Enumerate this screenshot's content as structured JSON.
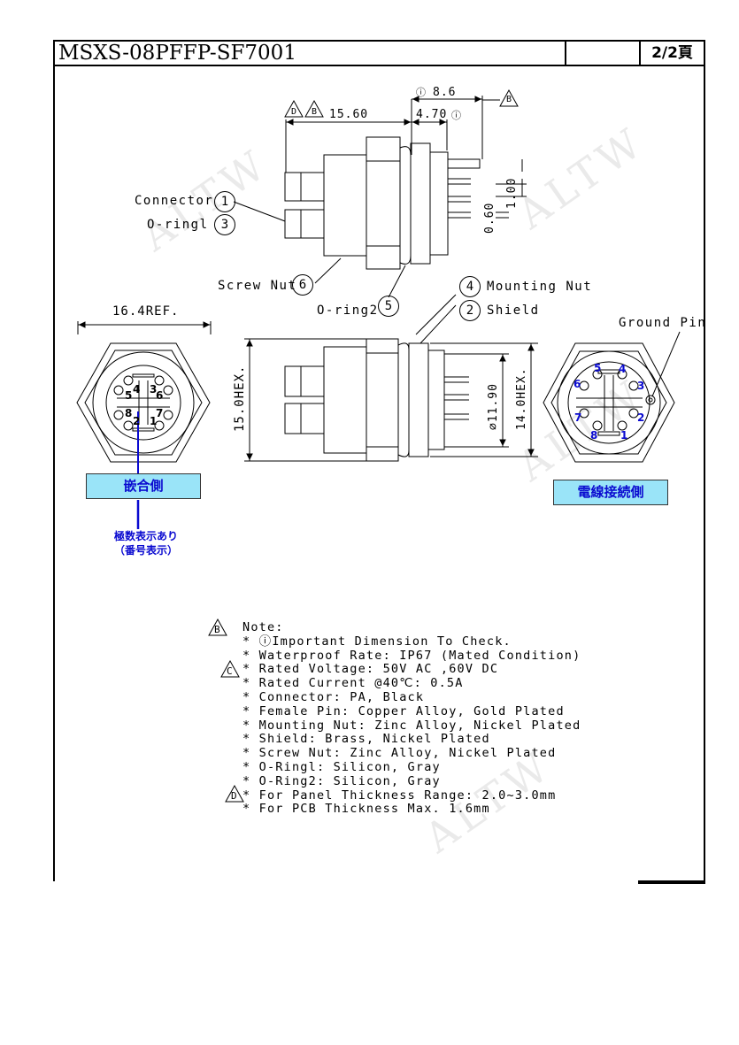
{
  "title": {
    "part_number": "MSXS-08PFFP-SF7001",
    "page": "2/2頁"
  },
  "watermark": "ALTW",
  "dimensions": {
    "top_length": "15.60",
    "top_ref_d": "D",
    "top_ref_b": "B",
    "flange_offset": "4.70",
    "overall_pin": "8.6",
    "ref_b": "B",
    "pin_pitch": "1.00",
    "pin_dia": "0.60",
    "front_width": "16.4REF.",
    "front_hex": "15.0HEX.",
    "body_dia": "∅11.90",
    "rear_hex": "14.0HEX."
  },
  "callouts": {
    "connector": {
      "label": "Connector",
      "num": "1"
    },
    "oring1": {
      "label": "O-ringl",
      "num": "3"
    },
    "screw_nut": {
      "label": "Screw Nut",
      "num": "6"
    },
    "oring2": {
      "label": "O-ring2",
      "num": "5"
    },
    "mounting_nut": {
      "label": "Mounting Nut",
      "num": "4"
    },
    "shield": {
      "label": "Shield",
      "num": "2"
    },
    "ground_pin": {
      "label": "Ground Pin"
    }
  },
  "front_view": {
    "label": "嵌合側",
    "note_line1": "極数表示あり",
    "note_line2": "（番号表示）",
    "pins": [
      "4",
      "5",
      "3",
      "6",
      "8",
      "7",
      "2",
      "1"
    ]
  },
  "rear_view": {
    "label": "電線接続側",
    "pins": [
      "5",
      "4",
      "6",
      "3",
      "2",
      "7",
      "8",
      "1"
    ]
  },
  "notes": {
    "heading": "Note:",
    "mark_b": "B",
    "mark_c": "C",
    "mark_d": "D",
    "items": [
      "* ⓘImportant Dimension To Check.",
      "* Waterproof Rate: IP67 (Mated Condition)",
      "* Rated Voltage: 50V AC ,60V DC",
      "* Rated Current @40℃: 0.5A",
      "* Connector: PA, Black",
      "* Female Pin: Copper Alloy, Gold Plated",
      "* Mounting Nut: Zinc Alloy, Nickel Plated",
      "* Shield: Brass, Nickel Plated",
      "* Screw Nut: Zinc Alloy, Nickel Plated",
      "* O-Ringl: Silicon, Gray",
      "* O-Ring2: Silicon, Gray",
      "* For Panel Thickness Range: 2.0~3.0mm",
      "* For PCB Thickness Max. 1.6mm"
    ]
  },
  "colors": {
    "callout_fill": "#9ae4f8",
    "callout_text": "#0a0ad0",
    "line": "#000000"
  }
}
